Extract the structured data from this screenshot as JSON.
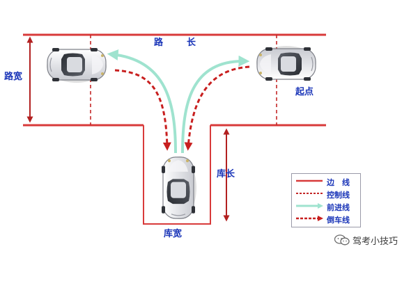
{
  "labels": {
    "road_length_1": "路",
    "road_length_2": "长",
    "road_width": "路宽",
    "start_point": "起点",
    "garage_length": "库长",
    "garage_width": "库宽"
  },
  "legend": {
    "items": [
      {
        "label": "边　线",
        "kind": "edge-line"
      },
      {
        "label": "控制线",
        "kind": "control-line"
      },
      {
        "label": "前进线",
        "kind": "forward-line"
      },
      {
        "label": "倒车线",
        "kind": "reverse-line"
      }
    ]
  },
  "credit": {
    "text": "驾考小技巧",
    "icon": "wechat-icon"
  },
  "colors": {
    "edge": "#d83a3a",
    "control": "#c42828",
    "forward": "#9fe3cf",
    "reverse": "#c81f1f",
    "label": "#1a35b8",
    "dimension": "#b22020"
  }
}
